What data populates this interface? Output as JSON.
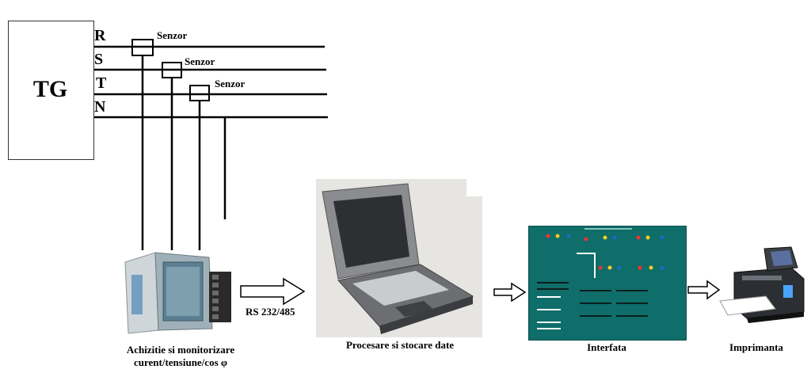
{
  "tg": {
    "label": "TG"
  },
  "phases": [
    {
      "label": "R"
    },
    {
      "label": "S"
    },
    {
      "label": "T"
    },
    {
      "label": "N"
    }
  ],
  "sensors": [
    {
      "label": "Senzor"
    },
    {
      "label": "Senzor"
    },
    {
      "label": "Senzor"
    }
  ],
  "link": {
    "label": "RS 232/485"
  },
  "captions": {
    "acquisition_line1": "Achizitie si monitorizare",
    "acquisition_line2": "curent/tensiune/cos φ",
    "processing": "Procesare si stocare date",
    "interface": "Interfata",
    "printer": "Imprimanta"
  },
  "colors": {
    "line": "#000000",
    "interface_bg": "#0f6d6a"
  }
}
